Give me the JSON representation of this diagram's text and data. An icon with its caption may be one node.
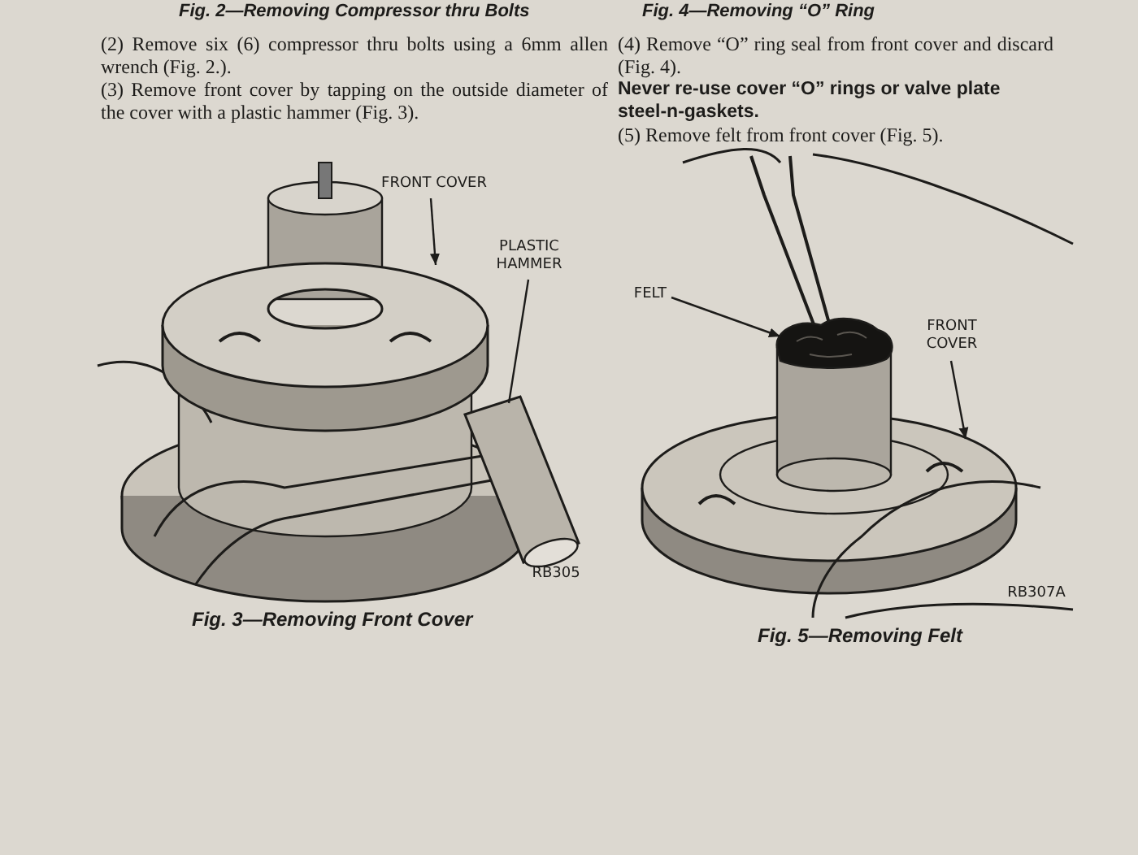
{
  "diagram": {
    "nodes": [
      {
        "text": [
          "FRONT COVER"
        ]
      },
      {
        "text": [],
        "shape": "picture"
      },
      {
        "text": [
          "PLASTIC HAMMER"
        ]
      },
      {
        "text": [],
        "shape": "picture"
      },
      {
        "text": [
          "FELT"
        ]
      },
      {
        "text": [],
        "shape": "picture"
      },
      {
        "text": [
          "FRONT COVER"
        ]
      },
      {
        "text": [],
        "shape": "picture"
      }
    ],
    "edges": [
      {
        "from": 0,
        "to": 1,
        "arrow": "to"
      },
      {
        "from": 2,
        "to": 3,
        "arrow": "none"
      },
      {
        "from": 4,
        "to": 5,
        "arrow": "to"
      },
      {
        "from": 6,
        "to": 7,
        "arrow": "to"
      }
    ],
    "labels": [
      "Fig. 2—Removing Compressor thru Bolts",
      "Fig. 4—Removing “O” Ring",
      "(2) Remove six (6) compressor thru bolts using a 6mm allen wrench (Fig. 2.).",
      "(3) Remove front cover by tapping on the outside diameter of the cover with a plastic hammer (Fig. 3).",
      "(4) Remove “O” ring seal from front cover and discard (Fig. 4).",
      "Never re-use cover “O” rings or valve plate steel-n-gaskets.",
      "(5) Remove felt from front cover (Fig. 5).",
      "RB305",
      "Fig. 3—Removing Front Cover",
      "RB307A",
      "Fig. 5—Removing Felt"
    ]
  }
}
